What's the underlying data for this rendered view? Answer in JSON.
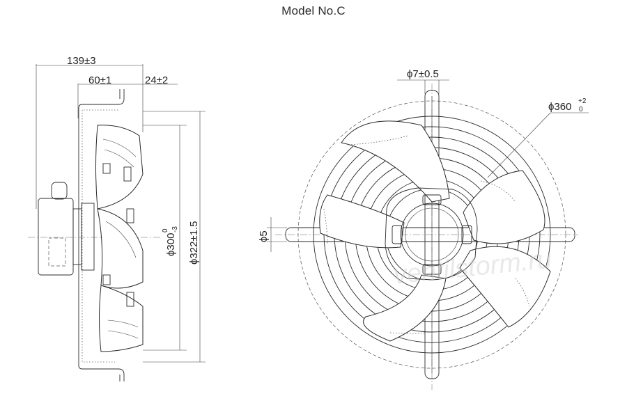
{
  "title": "Model No.C",
  "side_view": {
    "dim_overall_length": "139±3",
    "dim_mount_depth": "60±1",
    "dim_blade_depth": "24±2",
    "dim_blade_dia": "ϕ300",
    "dim_blade_dia_upper_tol": "0",
    "dim_blade_dia_lower_tol": "-3",
    "dim_guard_height": "ϕ322±1.5"
  },
  "front_view": {
    "dim_slot": "ϕ7±0.5",
    "dim_guard_dia": "ϕ360",
    "dim_guard_dia_upper_tol": "+2",
    "dim_guard_dia_lower_tol": "0",
    "dim_wire": "ϕ5"
  },
  "watermark": "ventilstorm.ru"
}
